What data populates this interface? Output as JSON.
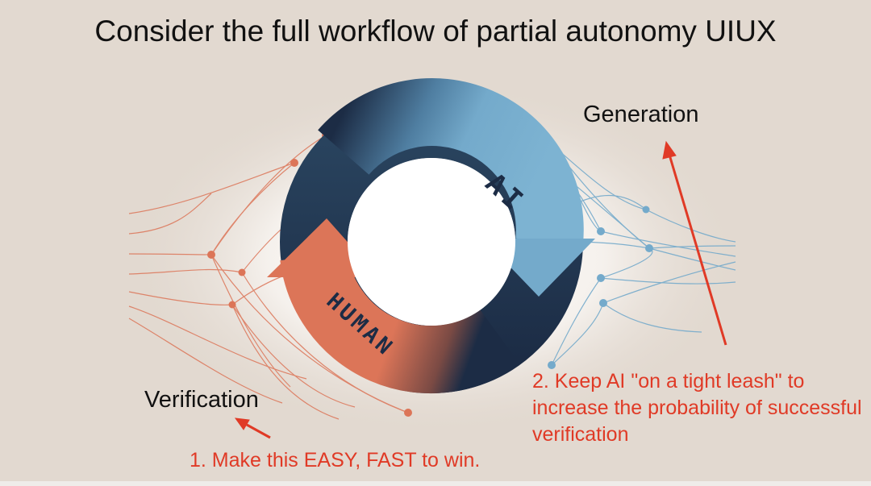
{
  "slide": {
    "title": "Consider the full workflow of partial autonomy UIUX",
    "cycle": {
      "ai_label": "AI",
      "human_label": "HUMAN"
    },
    "labels": {
      "generation": "Generation",
      "verification": "Verification"
    },
    "notes": {
      "note_1": "1. Make this EASY, FAST to win.",
      "note_2": "2. Keep AI \"on a tight leash\" to increase the probability of successful verification"
    }
  },
  "colors": {
    "background": "#e2d9d0",
    "ai_blue": "#74aacb",
    "human_orange": "#dc7558",
    "dark_navy": "#1c2c45",
    "annotation_red": "#e03a26"
  }
}
